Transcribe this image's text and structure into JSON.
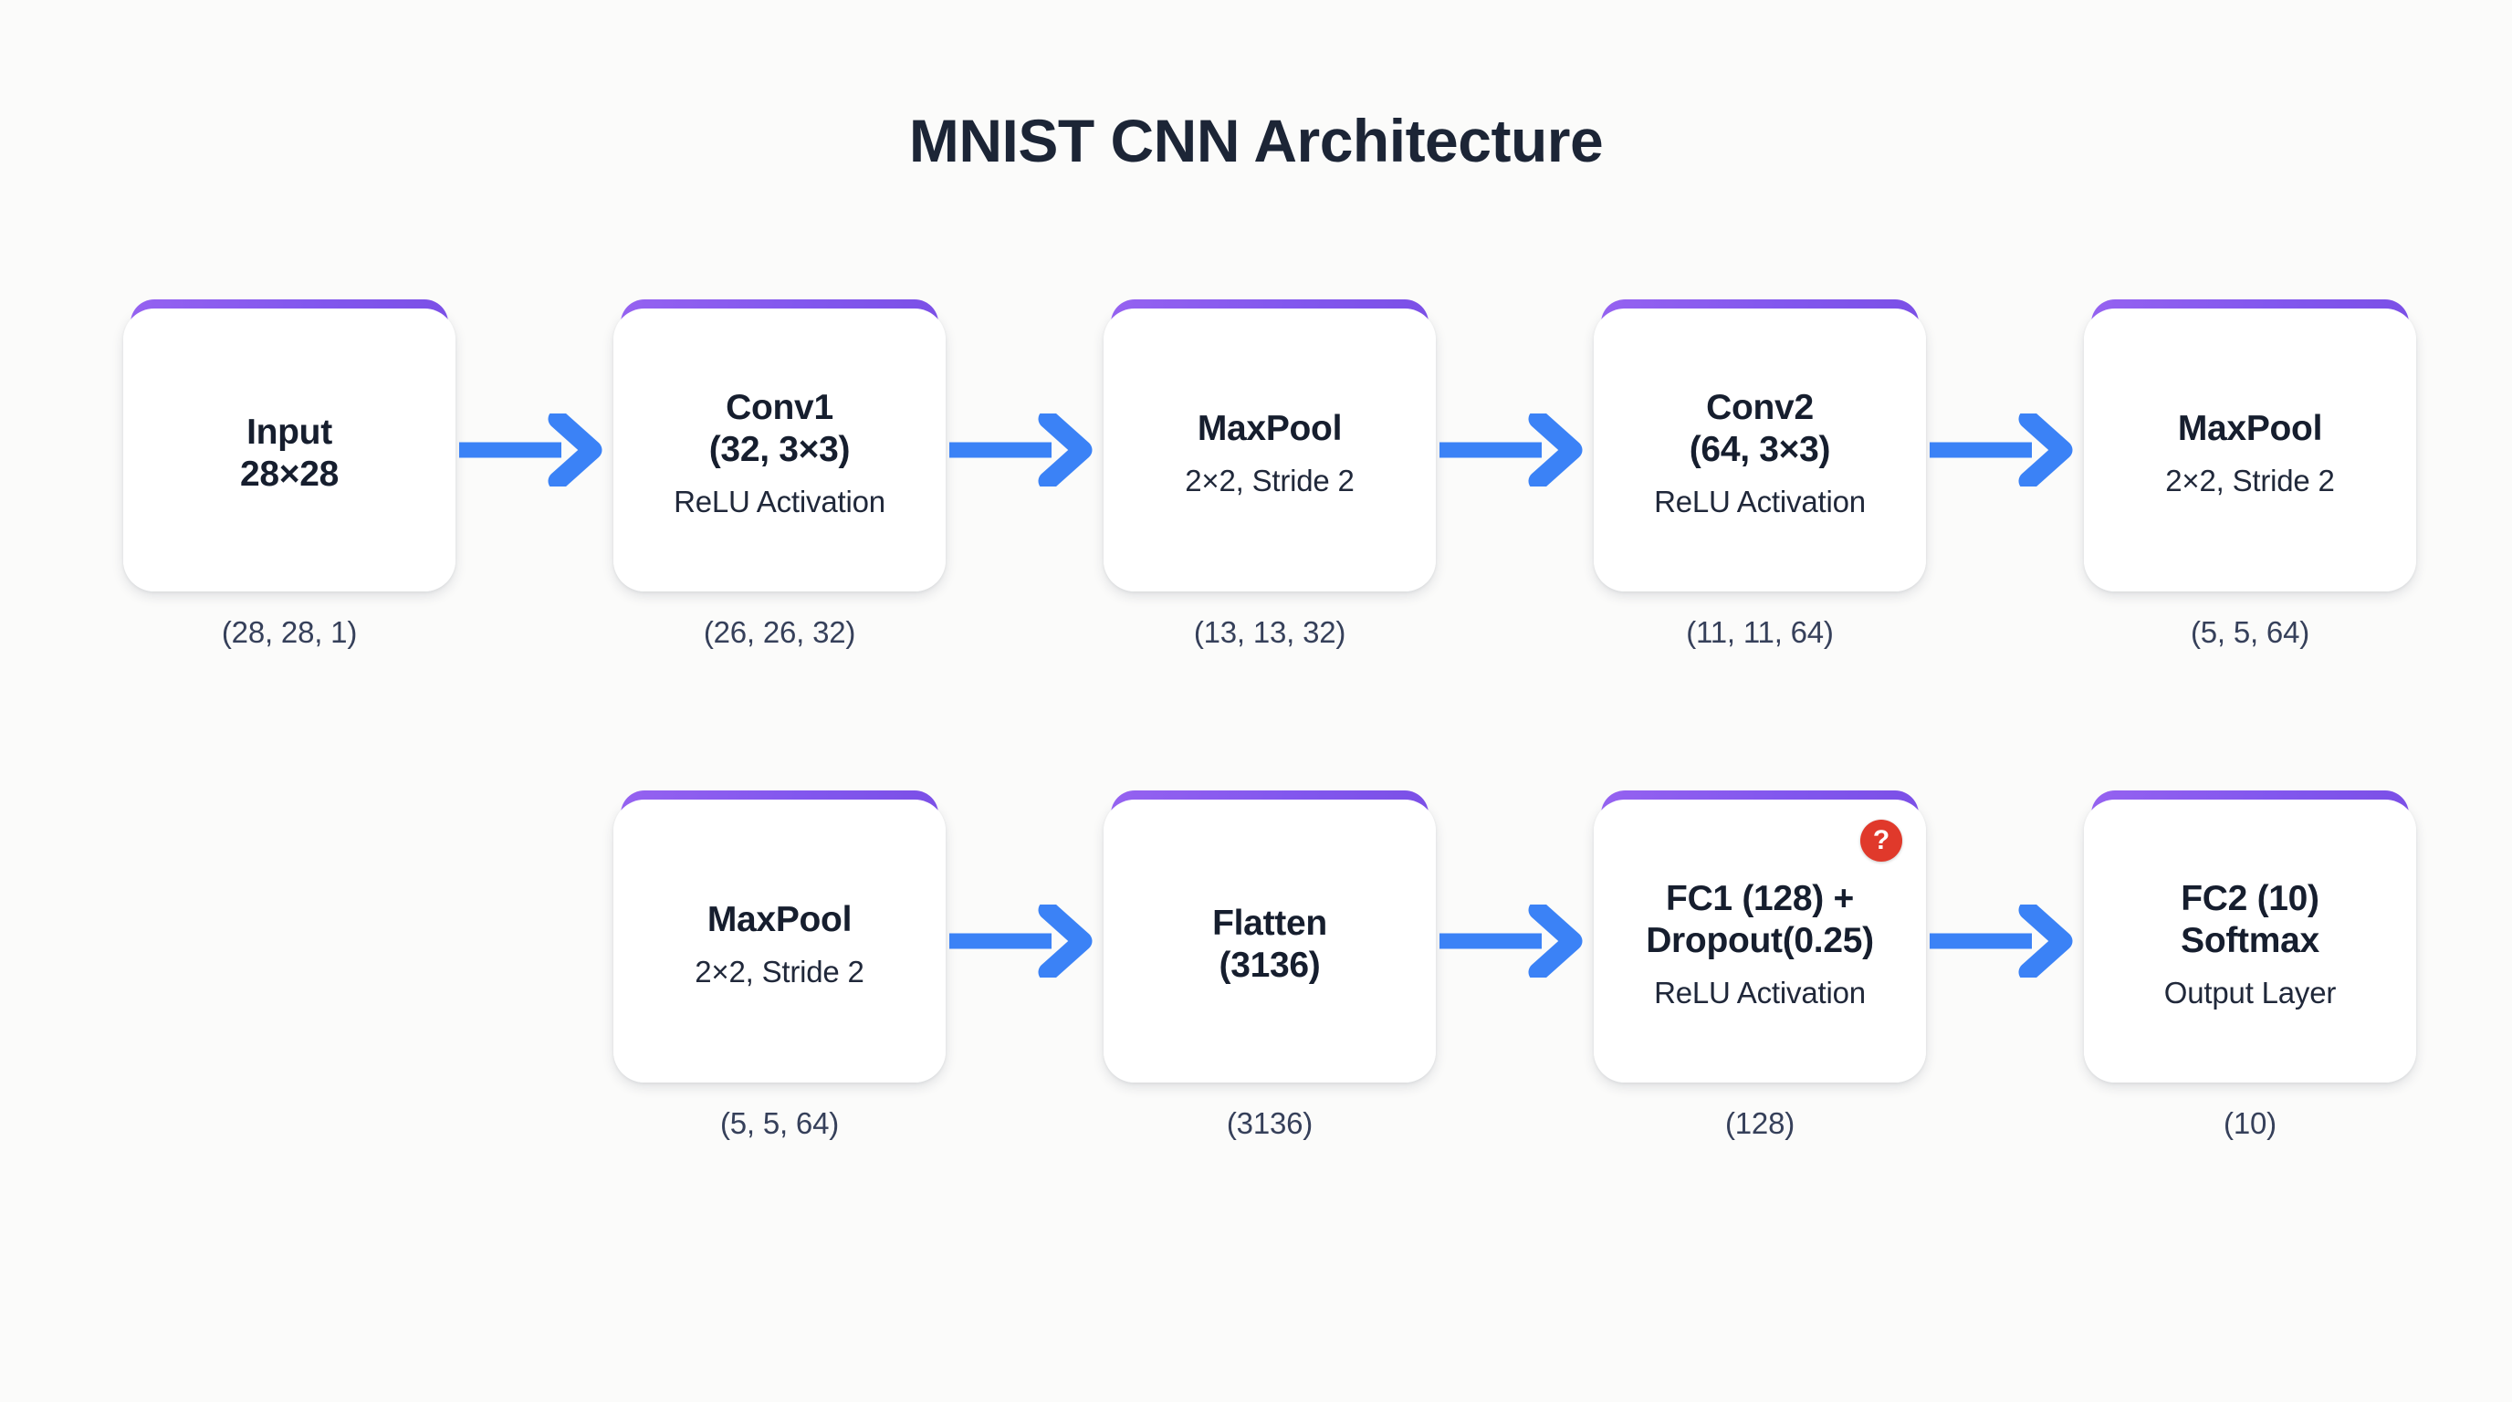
{
  "title": "MNIST CNN Architecture",
  "colors": {
    "background": "#fbfbfa",
    "card_accent_purple": "#8257ee",
    "arrow_blue": "#3b82f6",
    "badge_red": "#e0392b",
    "title_text": "#1c2536",
    "shape_label_text": "#36405a"
  },
  "rows": [
    {
      "id": "row-1",
      "nodes": [
        {
          "title": "Input\n28×28",
          "subtitle": "",
          "shape": "(28, 28, 1)",
          "badge": null
        },
        {
          "title": "Conv1\n(32, 3×3)",
          "subtitle": "ReLU Activation",
          "shape": "(26, 26, 32)",
          "badge": null
        },
        {
          "title": "MaxPool",
          "subtitle": "2×2, Stride 2",
          "shape": "(13, 13, 32)",
          "badge": null
        },
        {
          "title": "Conv2\n(64, 3×3)",
          "subtitle": "ReLU Activation",
          "shape": "(11, 11, 64)",
          "badge": null
        },
        {
          "title": "MaxPool",
          "subtitle": "2×2, Stride 2",
          "shape": "(5, 5, 64)",
          "badge": null
        }
      ]
    },
    {
      "id": "row-2",
      "nodes": [
        {
          "title": "MaxPool",
          "subtitle": "2×2, Stride 2",
          "shape": "(5, 5, 64)",
          "badge": null
        },
        {
          "title": "Flatten\n(3136)",
          "subtitle": "",
          "shape": "(3136)",
          "badge": null
        },
        {
          "title": "FC1 (128) +\nDropout(0.25)",
          "subtitle": "ReLU Activation",
          "shape": "(128)",
          "badge": "?"
        },
        {
          "title": "FC2 (10)\nSoftmax",
          "subtitle": "Output Layer",
          "shape": "(10)",
          "badge": null
        }
      ]
    }
  ],
  "icons": {
    "arrow_right": "arrow-right-icon",
    "help_badge": "help-badge-icon"
  }
}
